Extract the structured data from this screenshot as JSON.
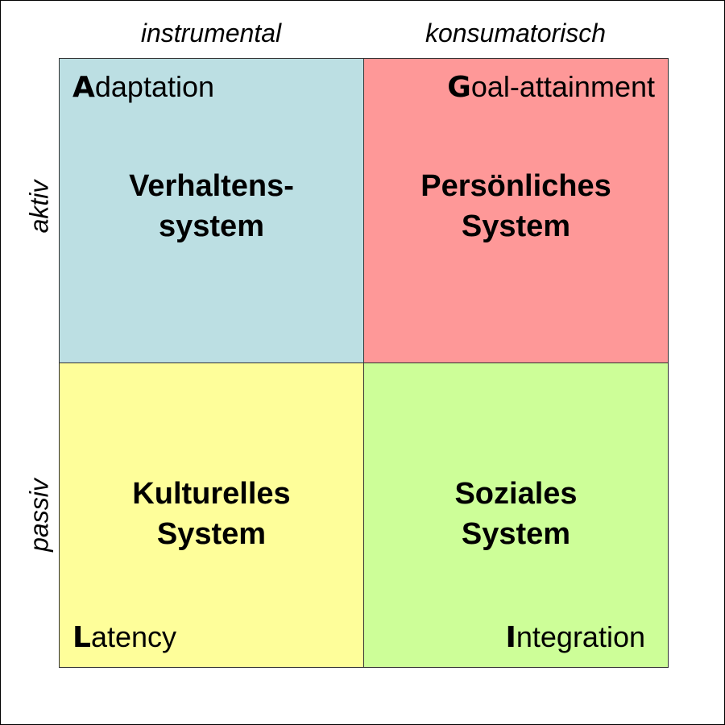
{
  "columns": [
    "instrumental",
    "konsumatorisch"
  ],
  "rows": [
    "aktiv",
    "passiv"
  ],
  "quadrants": {
    "adaptation": {
      "initial": "A",
      "rest": "daptation",
      "title_line1": "Verhaltens-",
      "title_line2": "system",
      "color": "#bcdfe3"
    },
    "goal": {
      "initial": "G",
      "rest": "oal-attainment",
      "title_line1": "Persönliches",
      "title_line2": "System",
      "color": "#fe9898"
    },
    "latency": {
      "initial": "L",
      "rest": "atency",
      "title_line1": "Kulturelles",
      "title_line2": "System",
      "color": "#fefe9a"
    },
    "integration": {
      "initial": "I",
      "rest": "ntegration",
      "title_line1": "Soziales",
      "title_line2": "System",
      "color": "#cdfe98"
    }
  }
}
